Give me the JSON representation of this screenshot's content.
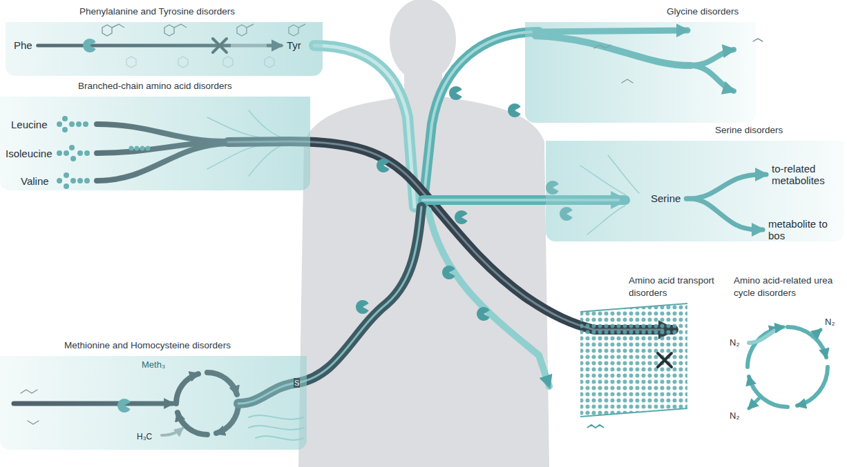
{
  "diagram": {
    "nodes": [
      {
        "text": [
          "Phenylalanine and Tyrosine disorders"
        ]
      },
      {
        "text": [
          "Phe"
        ],
        "in": 0
      },
      {
        "text": [
          "Tyr"
        ],
        "in": 0
      },
      {
        "text": [
          "Glycine disorders"
        ]
      },
      {
        "text": [
          "Branched-chain amino acid disorders"
        ]
      },
      {
        "text": [
          "Serine disorders"
        ]
      },
      {
        "text": [
          "Serine"
        ],
        "in": 5
      },
      {
        "text": [
          "to-related metabolites"
        ],
        "in": 5
      },
      {
        "text": [
          "metabolite to bos"
        ],
        "in": 5
      },
      {
        "text": [
          "Methionine and Homocysteine disorders"
        ]
      },
      {
        "text": [
          "Amino acid transport disorders"
        ]
      },
      {
        "text": [
          "Amino acid-related urea cycle disorders"
        ]
      }
    ],
    "edges": [
      {
        "from": 1,
        "to": 2,
        "arrow": "to"
      },
      {
        "from": 6,
        "to": 7,
        "arrow": "to"
      },
      {
        "from": 6,
        "to": 8,
        "arrow": "to"
      }
    ],
    "labels": [
      "Leucine",
      "Isoleucine",
      "Valine",
      "Meth₃",
      "H₃C",
      "S",
      "N₂",
      "N₂",
      "N₂"
    ]
  }
}
